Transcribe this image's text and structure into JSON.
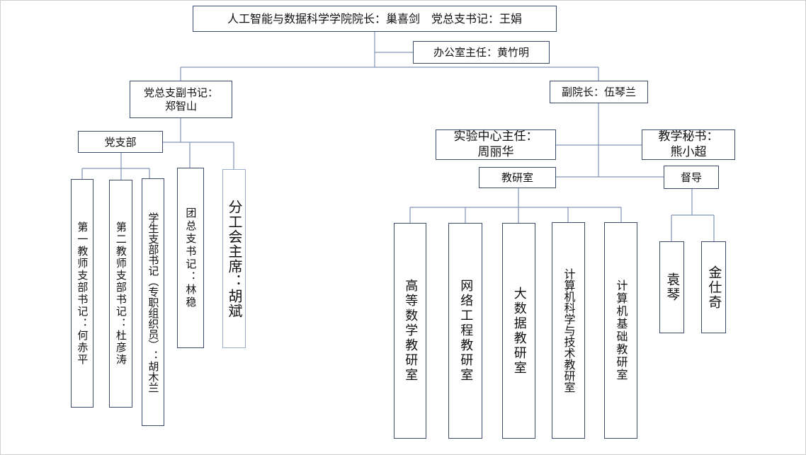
{
  "nodes": {
    "dean": "人工智能与数据科学学院院长：巢喜剑　党总支书记：王娟",
    "office": "办公室主任：黄竹明",
    "deputy_secretary_line1": "党总支副书记：",
    "deputy_secretary_line2": "郑智山",
    "vice_dean": "副院长：伍琴兰",
    "party_branch": "党支部",
    "lab_director_line1": "实验中心主任：",
    "lab_director_line2": "周丽华",
    "teaching_secretary_line1": "教学秘书：",
    "teaching_secretary_line2": "熊小超",
    "teaching_office": "教研室",
    "supervision": "督导",
    "teacher_branch_1": "第一教师支部书记：何赤平",
    "teacher_branch_2": "第二教师支部书记：杜彦涛",
    "student_branch": "学生支部书记（专职组织员）：胡木兰",
    "youth_league": "团总支书记：林稳",
    "union": "分工会主席：胡斌",
    "math_office": "高等数学教研室",
    "network_office": "网络工程教研室",
    "bigdata_office": "大数据教研室",
    "cs_office": "计算机科学与技术教研室",
    "computer_basic_office": "计算机基础教研室",
    "supervisor_1": "袁琴",
    "supervisor_2": "金仕奇"
  }
}
